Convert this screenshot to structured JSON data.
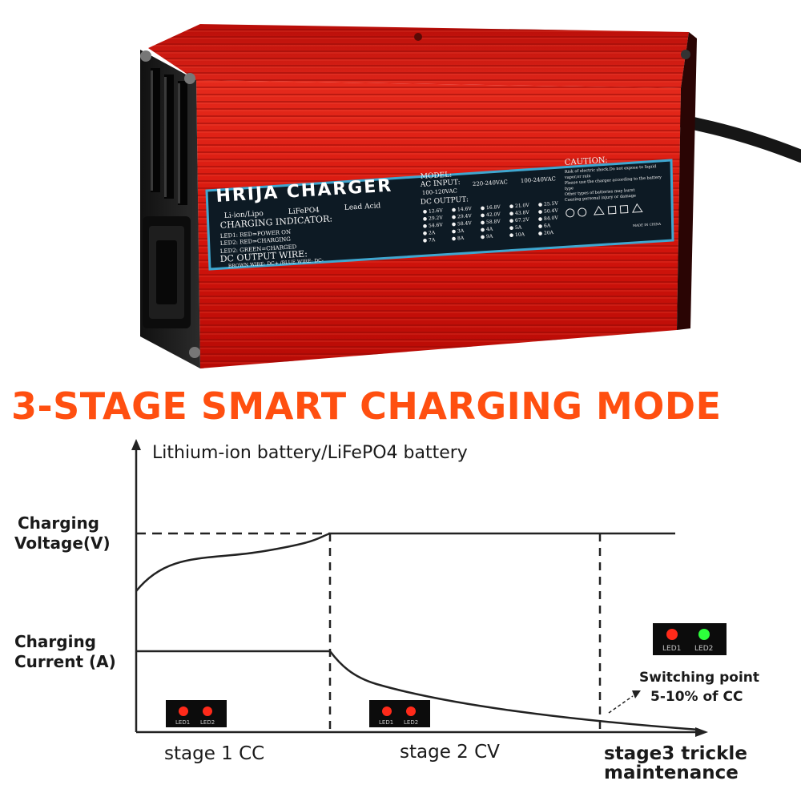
{
  "headline": "3-STAGE SMART CHARGING MODE",
  "product_label": {
    "brand": "HRIJA CHARGER",
    "battery_types": [
      "Li-ion/Lipo",
      "LiFePO4",
      "Lead Acid"
    ],
    "charging_indicator_title": "CHARGING INDICATOR:",
    "led_lines": [
      "LED1: RED=POWER ON",
      "LED2: RED=CHARGING",
      "LED2: GREEN=CHARGED"
    ],
    "dc_output_title": "DC OUTPUT WIRE:",
    "wire_line": "BROWN WIRE: DC+ /BLUE WIRE: DC-",
    "model_title": "MODEL:",
    "ac_input_title": "AC INPUT:",
    "ac_options": [
      "100-120VAC",
      "220-240VAC",
      "100-240VAC"
    ],
    "dc_output_spec_title": "DC OUTPUT:",
    "dc_values": [
      "12.6V",
      "14.6V",
      "16.8V",
      "21.0V",
      "25.5V",
      "29.2V",
      "29.4V",
      "42.0V",
      "43.8V",
      "50.4V",
      "54.6V",
      "58.4V",
      "58.8V",
      "67.2V",
      "84.0V",
      "2A",
      "3A",
      "4A",
      "5A",
      "6A",
      "7A",
      "8A",
      "9A",
      "10A",
      "20A"
    ],
    "caution_title": "CAUTION:",
    "caution_lines": [
      "Risk of electric shock.Do not expose to liquid",
      "vapor,or rain",
      "Please use the charger according to the battery",
      "type",
      "Other types of batteries may burst",
      "Causing personal injury or damage"
    ],
    "made_in": "MADE IN CHINA"
  },
  "diagram": {
    "title": "Lithium-ion battery/LiFePO4 battery",
    "voltage_label": [
      "Charging",
      "Voltage(V)"
    ],
    "current_label": [
      "Charging",
      "Current (A)"
    ],
    "switching_point": [
      "Switching point",
      "5-10% of CC"
    ],
    "stages": [
      "stage 1 CC",
      "stage 2 CV"
    ],
    "stage3": [
      "stage3 trickle",
      "maintenance"
    ],
    "led1": "LED1",
    "led2": "LED2",
    "colors": {
      "headline": "#ff4f10",
      "led_red": "#ff2a1a",
      "led_green": "#2dff3c",
      "charger_red": "#d8140c"
    }
  }
}
